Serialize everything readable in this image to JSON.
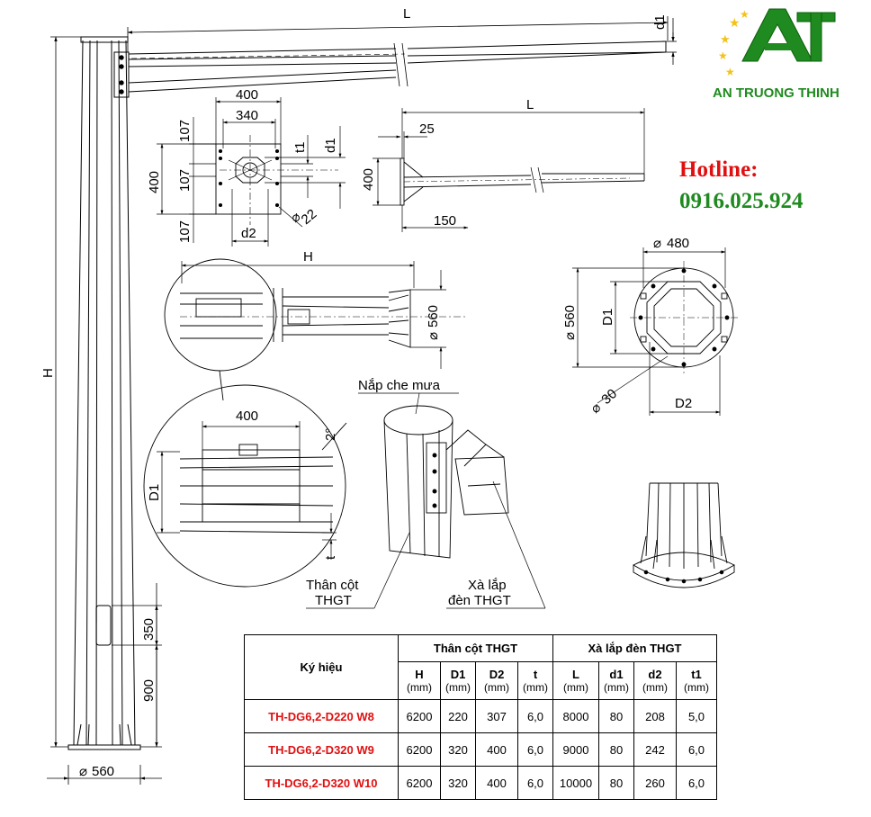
{
  "brand": {
    "name": "AN TRUONG THINH",
    "logo_letters": "AT",
    "star_color": "#f2c21a",
    "logo_color": "#1f8a1f"
  },
  "hotline": {
    "label": "Hotline:",
    "number": "0916.025.924",
    "label_color": "#e01010",
    "number_color": "#1f8a1f"
  },
  "dims": {
    "L_top": "L",
    "d1_top": "d1",
    "H_side": "H",
    "d350": "350",
    "d900": "900",
    "phi560_base": "560",
    "plate_400_top": "400",
    "plate_340": "340",
    "plate_107a": "107",
    "plate_400_side": "400",
    "plate_107b": "107",
    "plate_107c": "107",
    "plate_t1": "t1",
    "plate_d1": "d1",
    "plate_phi22": "22",
    "plate_d2": "d2",
    "arm_L": "L",
    "arm_25": "25",
    "arm_400": "400",
    "arm_150": "150",
    "mid_H": "H",
    "mid_phi560": "560",
    "detail_400": "400",
    "detail_2deg": "2°",
    "detail_D1": "D1",
    "detail_t": "t",
    "base_phi480": "480",
    "base_phi560": "560",
    "base_D1": "D1",
    "base_phi30": "30",
    "base_D2": "D2"
  },
  "callouts": {
    "rain_cap": "Nắp che mưa",
    "pole_body_1": "Thân cột",
    "pole_body_2": "THGT",
    "arm_1": "Xà lắp",
    "arm_2": "đèn THGT"
  },
  "table": {
    "symbol_header": "Ký hiệu",
    "group1": "Thân cột THGT",
    "group2": "Xà lắp đèn THGT",
    "columns": [
      {
        "name": "H",
        "unit": "(mm)"
      },
      {
        "name": "D1",
        "unit": "(mm)"
      },
      {
        "name": "D2",
        "unit": "(mm)"
      },
      {
        "name": "t",
        "unit": "(mm)"
      },
      {
        "name": "L",
        "unit": "(mm)"
      },
      {
        "name": "d1",
        "unit": "(mm)"
      },
      {
        "name": "d2",
        "unit": "(mm)"
      },
      {
        "name": "t1",
        "unit": "(mm)"
      }
    ],
    "rows": [
      {
        "code": "TH-DG6,2-D220 W8",
        "values": [
          "6200",
          "220",
          "307",
          "6,0",
          "8000",
          "80",
          "208",
          "5,0"
        ]
      },
      {
        "code": "TH-DG6,2-D320 W9",
        "values": [
          "6200",
          "320",
          "400",
          "6,0",
          "9000",
          "80",
          "242",
          "6,0"
        ]
      },
      {
        "code": "TH-DG6,2-D320 W10",
        "values": [
          "6200",
          "320",
          "400",
          "6,0",
          "10000",
          "80",
          "260",
          "6,0"
        ]
      }
    ]
  }
}
